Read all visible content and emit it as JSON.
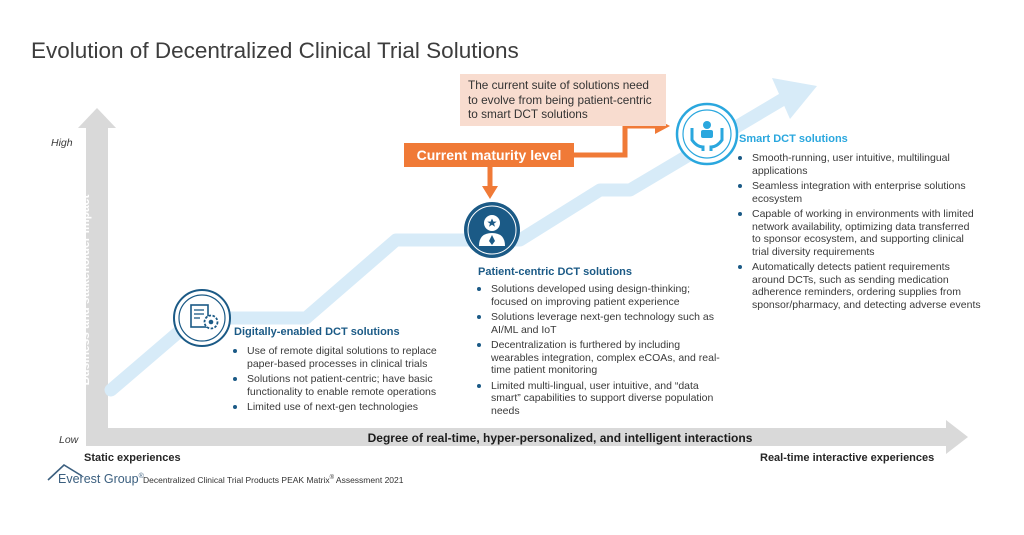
{
  "title": "Evolution of Decentralized Clinical Trial Solutions",
  "y_axis": {
    "label": "Business and stakeholder impact",
    "high": "High",
    "low": "Low"
  },
  "x_axis": {
    "label": "Degree of real-time, hyper-personalized, and intelligent interactions",
    "left_end": "Static experiences",
    "right_end": "Real-time interactive experiences"
  },
  "callout": "The current suite of solutions need to evolve from being patient-centric to smart DCT solutions",
  "maturity_label": "Current maturity level",
  "colors": {
    "dark_blue": "#1b5a86",
    "light_blue": "#2aa7de",
    "path_blue": "#d7ebf8",
    "orange": "#f07a37",
    "callout_bg": "#f8dccf",
    "axis_gray": "#d9d9d9"
  },
  "stages": [
    {
      "icon": "document-gear-icon",
      "title": "Digitally-enabled DCT solutions",
      "bullets": [
        "Use of remote digital solutions to replace paper-based processes in clinical trials",
        "Solutions not patient-centric; have basic functionality to enable remote operations",
        "Limited use of next-gen technologies"
      ]
    },
    {
      "icon": "patient-star-icon",
      "title": "Patient-centric DCT solutions",
      "bullets": [
        "Solutions developed using design-thinking; focused on improving patient experience",
        "Solutions leverage next-gen technology such as AI/ML and IoT",
        "Decentralization is furthered by including wearables integration, complex eCOAs, and real-time patient monitoring",
        "Limited multi-lingual, user intuitive, and “data smart” capabilities to support diverse population needs"
      ]
    },
    {
      "icon": "hands-person-icon",
      "title": "Smart DCT solutions",
      "bullets": [
        "Smooth-running, user intuitive, multilingual applications",
        "Seamless integration with enterprise solutions ecosystem",
        "Capable of working in environments with limited network availability, optimizing data transferred to sponsor ecosystem, and supporting clinical trial diversity requirements",
        "Automatically detects patient requirements around DCTs, such as sending medication adherence reminders, ordering supplies from sponsor/pharmacy, and detecting adverse events"
      ]
    }
  ],
  "footer": {
    "logo": "Everest Group",
    "logo_mark": "®",
    "source_pre": "Decentralized Clinical Trial Products PEAK Matrix",
    "source_mark": "®",
    "source_post": " Assessment 2021"
  }
}
